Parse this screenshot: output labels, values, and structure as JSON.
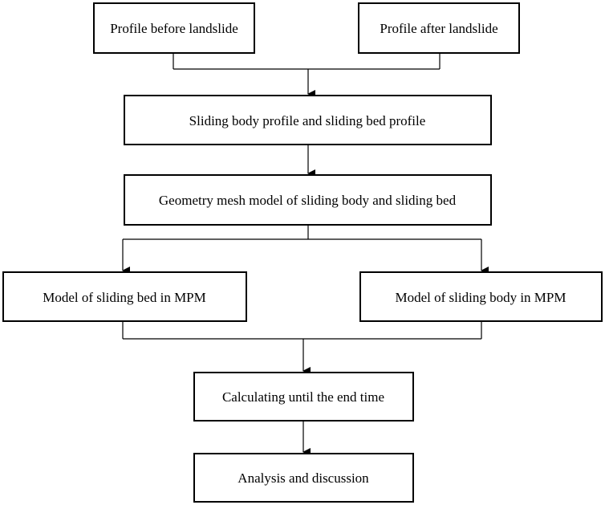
{
  "nodes": {
    "profile_before": "Profile before landslide",
    "profile_after": "Profile after landslide",
    "sliding_profiles": "Sliding body profile and sliding bed profile",
    "geometry_mesh": "Geometry mesh model of sliding body and sliding bed",
    "model_bed_mpm": "Model of sliding bed in MPM",
    "model_body_mpm": "Model of sliding body in MPM",
    "calculating": "Calculating until the end time",
    "analysis": "Analysis and discussion"
  },
  "colors": {
    "stroke": "#000000",
    "fill": "#ffffff",
    "text": "#000000"
  }
}
